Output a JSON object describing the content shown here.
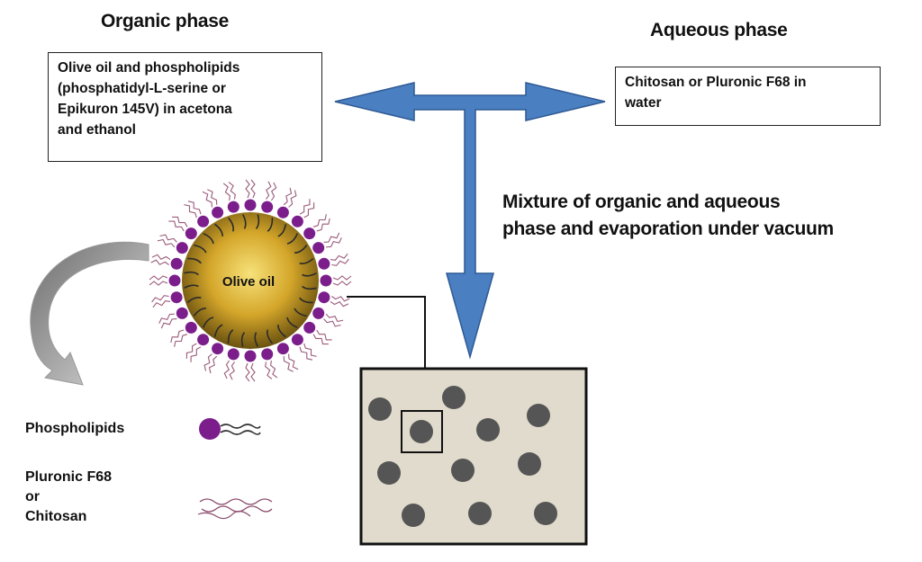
{
  "organic": {
    "heading": "Organic phase",
    "box_lines": [
      "Olive oil and phospholipids",
      "(phosphatidyl-L-serine or",
      "Epikuron 145V) in acetona",
      "and ethanol"
    ]
  },
  "aqueous": {
    "heading": "Aqueous phase",
    "box_lines": [
      "Chitosan or Pluronic F68 in",
      "water"
    ]
  },
  "process": {
    "caption_lines": [
      "Mixture of organic and aqueous",
      "phase and evaporation under vacuum"
    ]
  },
  "nanocapsule": {
    "core_label": "Olive oil"
  },
  "legend": {
    "phospholipids": "Phospholipids",
    "polymer_lines": [
      "Pluronic F68",
      "or",
      "Chitosan"
    ]
  },
  "colors": {
    "arrow_blue": "#4a7fc1",
    "core_gold": "#c9a227",
    "phospholipid_purple": "#7b1e8c",
    "suspension_bg": "#e0dbcc",
    "particle_grey": "#555555",
    "chain_pink": "#8a4a6a"
  }
}
